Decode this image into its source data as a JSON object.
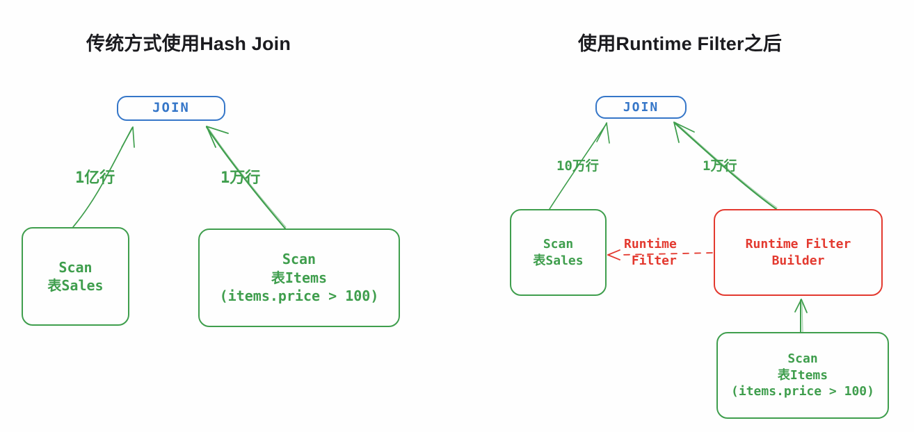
{
  "colors": {
    "green": "#3f9e4d",
    "blue": "#3576c8",
    "red": "#e3392f",
    "text": "#1b1b1f",
    "background": "#fefefe"
  },
  "panels": {
    "left": {
      "title": "传统方式使用Hash Join",
      "nodes": {
        "join": "JOIN",
        "scan_sales": "Scan\n表Sales",
        "scan_items": "Scan\n表Items\n(items.price > 100)"
      },
      "edge_labels": {
        "sales_rows": "1亿行",
        "items_rows": "1万行"
      }
    },
    "right": {
      "title": "使用Runtime Filter之后",
      "nodes": {
        "join": "JOIN",
        "scan_sales": "Scan\n表Sales",
        "rf_builder": "Runtime Filter\nBuilder",
        "scan_items": "Scan\n表Items\n(items.price > 100)"
      },
      "edge_labels": {
        "sales_rows": "10万行",
        "items_rows": "1万行",
        "runtime_filter": "Runtime\n Filter"
      }
    }
  }
}
